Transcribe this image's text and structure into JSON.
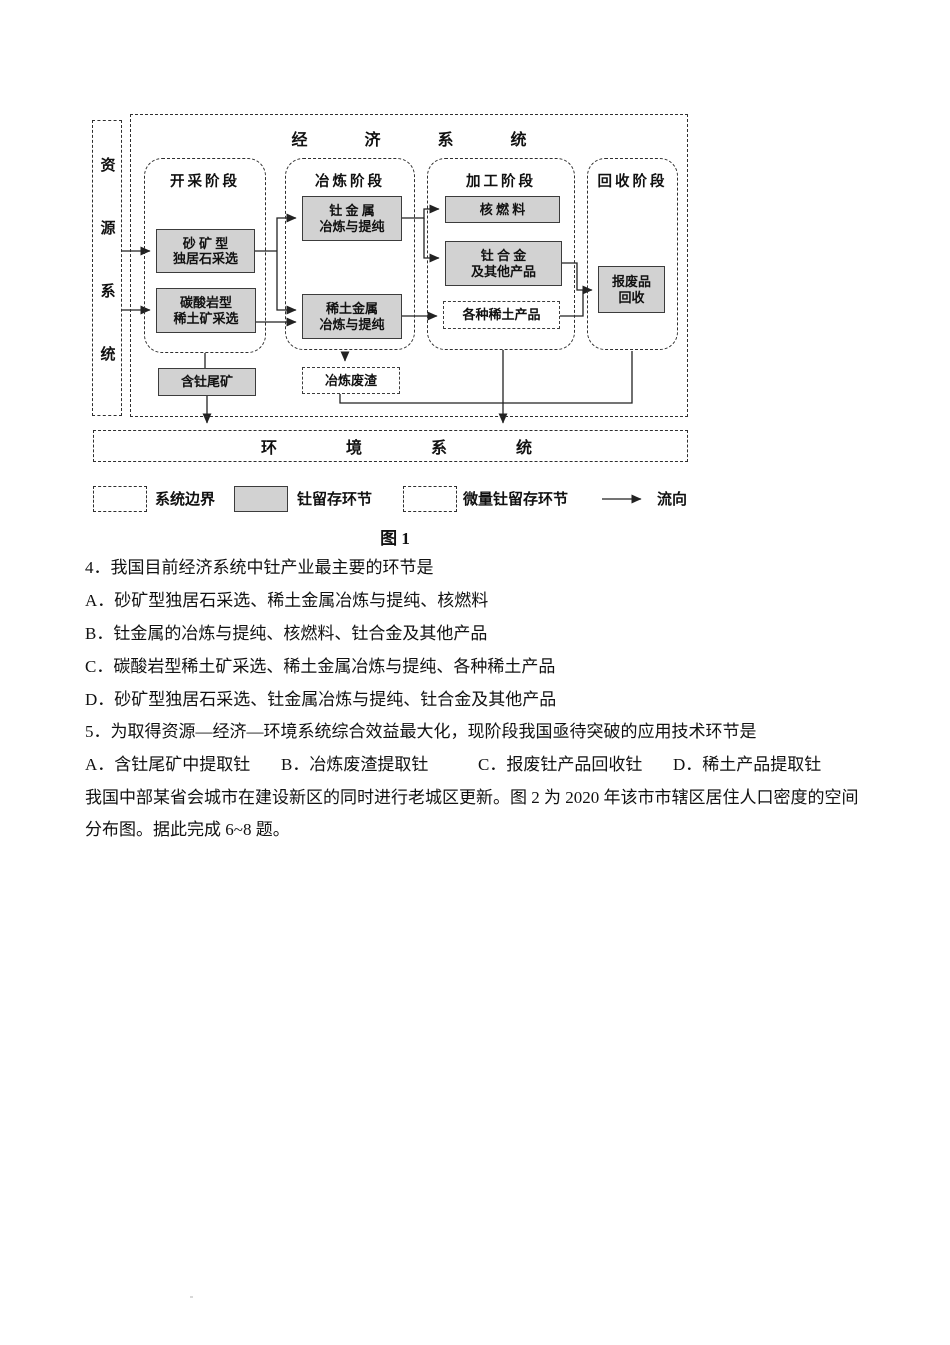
{
  "figure": {
    "resource_system_label": "资源系统",
    "economic_system_label": "经济系统",
    "environment_system_label": "环境系统",
    "stages": {
      "mining": "开采阶段",
      "smelting": "冶炼阶段",
      "processing": "加工阶段",
      "recycling": "回收阶段"
    },
    "nodes": {
      "monazite": {
        "l1": "砂 矿 型",
        "l2": "独居石采选"
      },
      "carbonatite": {
        "l1": "碳酸岩型",
        "l2": "稀土矿采选"
      },
      "thorium_smelting": {
        "l1": "钍 金 属",
        "l2": "冶炼与提纯"
      },
      "ree_smelting": {
        "l1": "稀土金属",
        "l2": "冶炼与提纯"
      },
      "nuclear_fuel": {
        "l1": "核 燃 料"
      },
      "thorium_alloy": {
        "l1": "钍 合 金",
        "l2": "及其他产品"
      },
      "ree_products": {
        "l1": "各种稀土产品"
      },
      "scrap_recovery": {
        "l1": "报废品",
        "l2": "回收"
      },
      "tailings": {
        "l1": "含钍尾矿"
      },
      "slag": {
        "l1": "冶炼废渣"
      }
    },
    "legend": [
      {
        "label": "系统边界"
      },
      {
        "label": "钍留存环节"
      },
      {
        "label": "微量钍留存环节"
      },
      {
        "label": "流向"
      }
    ],
    "caption": "图 1"
  },
  "questions": {
    "q4": {
      "stem": "4．我国目前经济系统中钍产业最主要的环节是",
      "options": [
        "A．砂矿型独居石采选、稀土金属冶炼与提纯、核燃料",
        "B．钍金属的冶炼与提纯、核燃料、钍合金及其他产品",
        "C．碳酸岩型稀土矿采选、稀土金属冶炼与提纯、各种稀土产品",
        "D．砂矿型独居石采选、钍金属冶炼与提纯、钍合金及其他产品"
      ]
    },
    "q5": {
      "stem": "5．为取得资源—经济—环境系统综合效益最大化，现阶段我国亟待突破的应用技术环节是",
      "options": [
        "A．含钍尾矿中提取钍",
        "B．冶炼废渣提取钍",
        "C．报废钍产品回收钍",
        "D．稀土产品提取钍"
      ]
    },
    "passage": {
      "line1": "我国中部某省会城市在建设新区的同时进行老城区更新。图 2 为 2020 年该市市辖区居住人口密度的空间",
      "line2": "分布图。据此完成 6~8 题。"
    }
  }
}
